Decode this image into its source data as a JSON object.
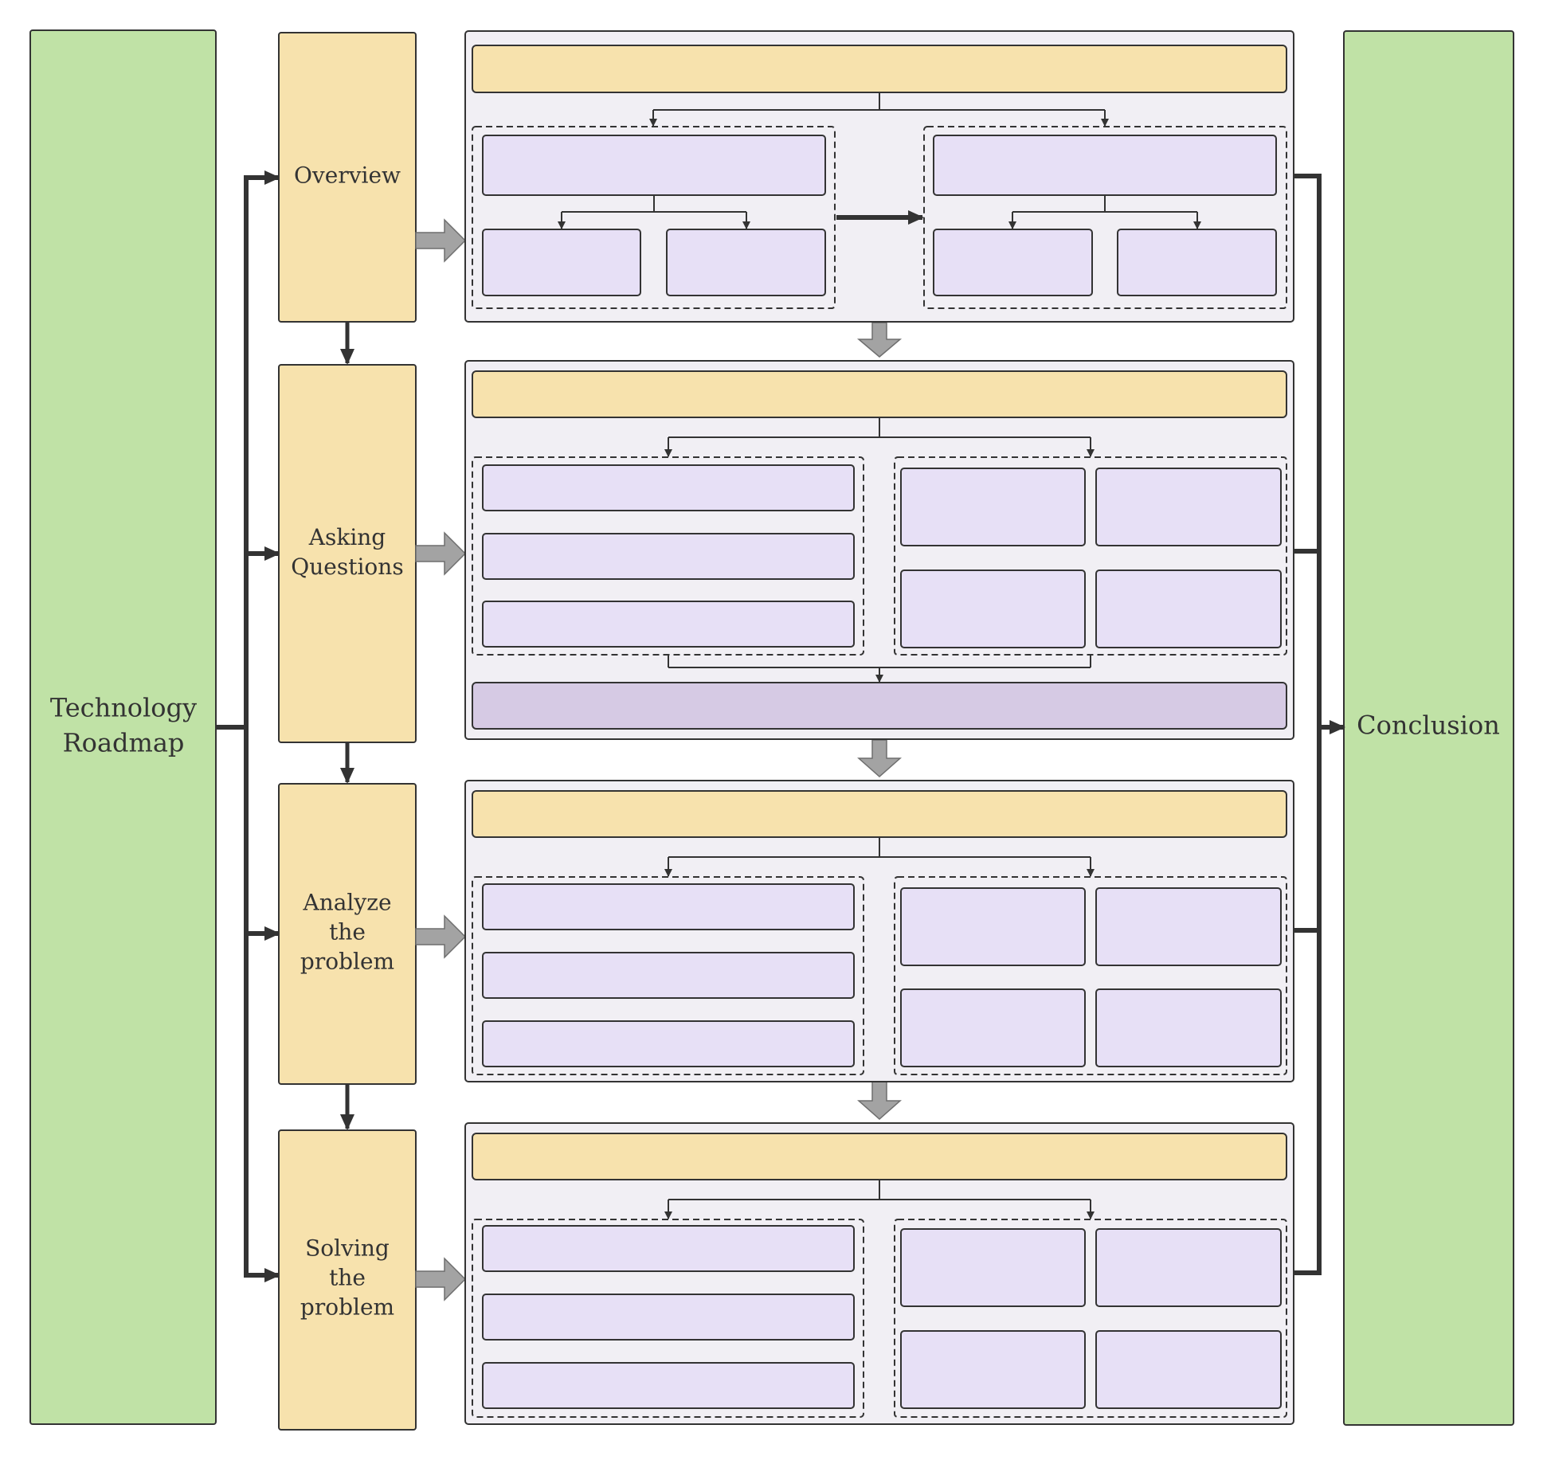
{
  "diagram": {
    "left_column": {
      "label": "Technology Roadmap",
      "lines": [
        "Technology",
        "Roadmap"
      ]
    },
    "right_column": {
      "label": "Conclusion",
      "lines": [
        "Conclusion"
      ]
    },
    "stages": [
      {
        "label": "Overview",
        "lines": [
          "Overview"
        ]
      },
      {
        "label": "Asking Questions",
        "lines": [
          "Asking",
          "Questions"
        ]
      },
      {
        "label": "Analyze the problem",
        "lines": [
          "Analyze",
          "the",
          "problem"
        ]
      },
      {
        "label": "Solving the problem",
        "lines": [
          "Solving",
          "the",
          "problem"
        ]
      }
    ]
  },
  "colors": {
    "green": "#c0e2a6",
    "yellow": "#f7e2ad",
    "lavender": "#e7e0f6",
    "lavender_dark": "#d6cae4",
    "panel": "#f1eff4",
    "stroke": "#333333",
    "grey_arrow": "#a3a3a3",
    "text": "#333333"
  }
}
